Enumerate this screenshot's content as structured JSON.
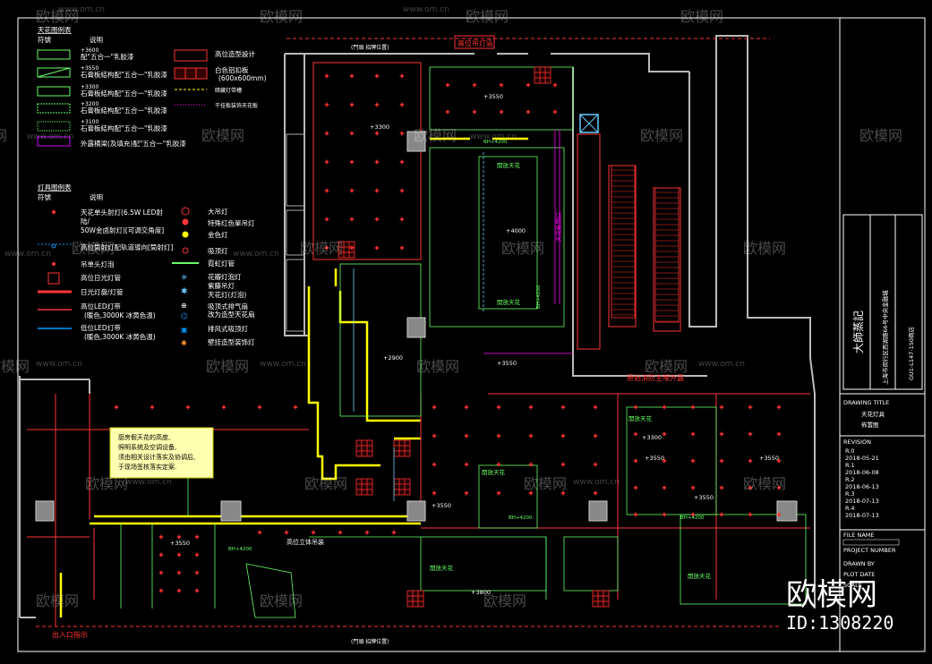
{
  "watermark": {
    "brand": "欧模网",
    "url": "www.om.cn"
  },
  "legend": {
    "ceiling_section": "天花图例表",
    "symbol_col": "符號",
    "desc_col": "说明",
    "ceiling_items": [
      {
        "elev": "+3600",
        "desc": "配\"五合一\"乳胶漆"
      },
      {
        "elev": "+3550",
        "desc": "石膏板結构配\"五合一\"乳胶漆"
      },
      {
        "elev": "+3300",
        "desc": "石膏板結构配\"五合一\"乳胶漆"
      },
      {
        "elev": "+3200",
        "desc": "石膏板結构配\"五合一\"乳胶漆"
      },
      {
        "elev": "+3100",
        "desc": "石膏板結构配\"五合一\"乳胶漆"
      },
      {
        "elev": "",
        "desc": "外露横梁(及填充)配\"五合一\"乳胶漆"
      }
    ],
    "ceiling_items_right": [
      {
        "desc": "高位造型設计"
      },
      {
        "desc": "白色铝扣板",
        "sub": "(600x600mm)"
      },
      {
        "desc": "暗藏灯带槽"
      },
      {
        "desc": "干挂板装饰天花板"
      }
    ],
    "light_section": "灯具图例表",
    "light_items": [
      {
        "desc": "天花单头射灯(6.5W LED射"
      },
      {
        "desc": "陆/"
      },
      {
        "desc": "50W金卤射灯)[可调交角度]"
      },
      {
        "desc": "高位筒射灯配轨道導向[筒射灯]"
      },
      {
        "desc": "吊单头灯泡"
      },
      {
        "desc": "高位日光灯管"
      },
      {
        "desc": "日光灯盘/灯管"
      },
      {
        "desc": "高位LED灯带",
        "sub": "(暖色,3000K 冰黄色温)"
      },
      {
        "desc": "低位LED灯带",
        "sub": "(暖色,3000K 冰黄色温)"
      }
    ],
    "light_items_right": [
      {
        "desc": "大吊灯"
      },
      {
        "desc": "特殊红色單吊灯"
      },
      {
        "desc": "金色灯"
      },
      {
        "desc": "吸顶灯"
      },
      {
        "desc": "霓虹灯管"
      },
      {
        "desc": "花瓣灯泡灯"
      },
      {
        "desc": "紫藤吊灯"
      },
      {
        "desc": "天花灯(灯泡)"
      },
      {
        "desc": "吸顶式排气扇"
      },
      {
        "desc": "改为造型天花扇"
      },
      {
        "desc": "排风式吸顶灯"
      },
      {
        "desc": "壁挂造型装饰灯"
      }
    ]
  },
  "plan": {
    "top_label": "高位吊灯區",
    "door_top": "(門頭 招牌位置)",
    "door_bottom": "(門頭 招牌位置)",
    "fire_label": "原始消防主喉外露",
    "high_gantry": "高位立体吊装",
    "entrance": "出入口指示",
    "note_lines": [
      "厨房假天花的高度,",
      "照明系统及空调设备,",
      "须由相关设计落实及协调后,",
      "于现场签核落实定案."
    ],
    "zone_labels": [
      "開放天花",
      "開放天花",
      "開放天花",
      "開放天花",
      "開放天花",
      "開放天花"
    ],
    "elevations": [
      "+3300",
      "+3550",
      "+4000",
      "+2900",
      "+3550",
      "+3550",
      "+3300",
      "+3550",
      "+3550",
      "+3800",
      "+3550",
      "BH+4200",
      "BH+4200",
      "BH+4200",
      "BH+4200"
    ],
    "vertical_label": "天花板開口",
    "vertical_label2": "BH+4200"
  },
  "title_block": {
    "project_cn": "大師蒸記",
    "address": "上海市闵行区西湖路66号中央金融城",
    "code": "GU1-L147-150商店",
    "drawing_title_h": "DRAWING TITLE",
    "drawing_title": "天花灯具",
    "drawing_title2": "佈置图",
    "revision_h": "REVISION",
    "revisions": [
      {
        "rev": "R.0",
        "date": "2018-05-21"
      },
      {
        "rev": "R.1",
        "date": "2018-06-08"
      },
      {
        "rev": "R.2",
        "date": "2018-06-13"
      },
      {
        "rev": "R.3",
        "date": "2018-07-13"
      },
      {
        "rev": "R.4",
        "date": "2018-07-13"
      }
    ],
    "file_name_h": "FILE NAME",
    "project_number_h": "PROJECT NUMBER",
    "drawn_by_h": "DRAWN BY",
    "plot_date_h": "PLOT DATE",
    "scale_h": "SCALE"
  },
  "logo": {
    "brand": "欧模网",
    "id": "ID:1308220"
  }
}
